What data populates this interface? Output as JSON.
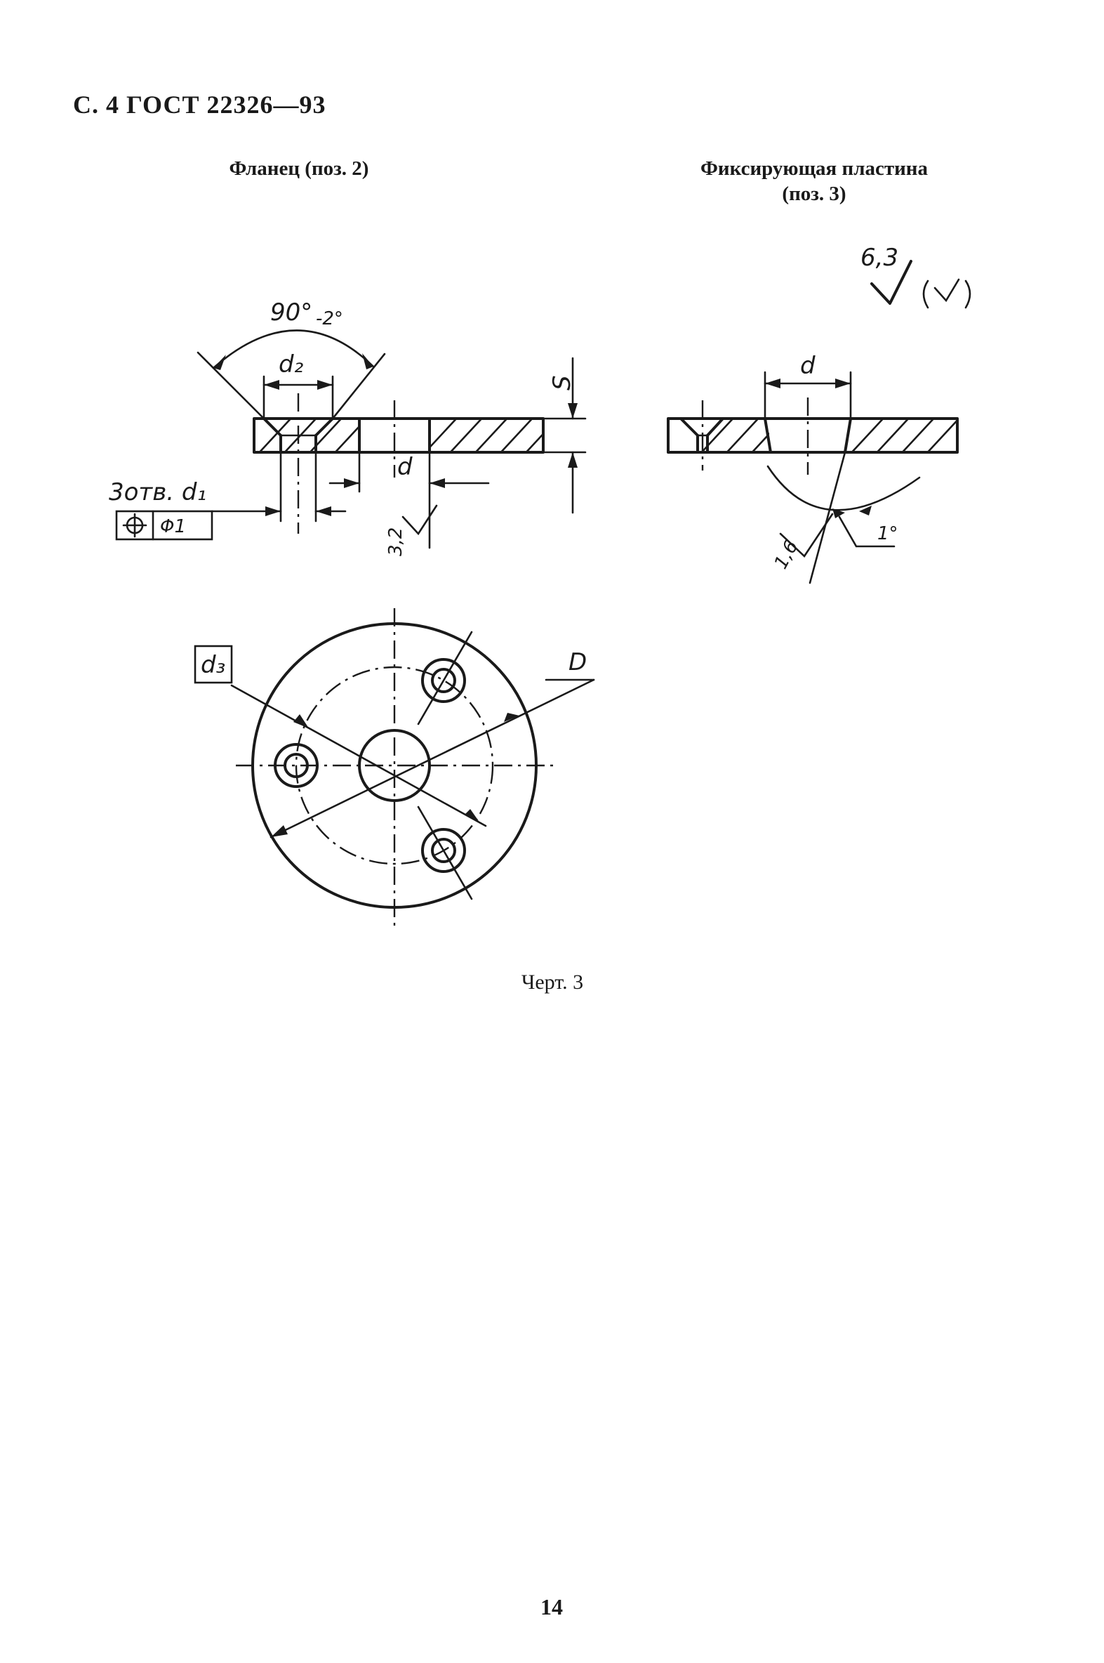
{
  "header": "С. 4 ГОСТ 22326—93",
  "flange": {
    "caption": "Фланец (поз. 2)",
    "angle_main": "90°",
    "angle_tol": "-2°",
    "d2": "d₂",
    "s": "S",
    "d": "d",
    "holes_note": "3отв. d₁",
    "position_tol": "Φ1",
    "roughness": "3,2",
    "d3": "d₃",
    "D": "D"
  },
  "plate": {
    "caption_line1": "Фиксирующая пластина",
    "caption_line2": "(поз. 3)",
    "roughness_main": "6,3",
    "d": "d",
    "roughness_taper": "1,6",
    "angle": "1°"
  },
  "figure_label": "Черт. 3",
  "page_number": "14"
}
